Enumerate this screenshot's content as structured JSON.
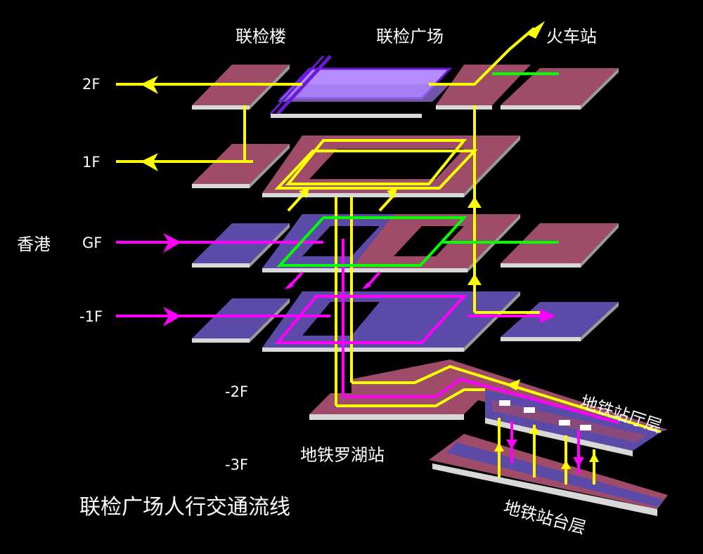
{
  "title": "联检广场人行交通流线",
  "buildings": {
    "joint_inspection_building": "联检楼",
    "joint_inspection_plaza": "联检广场",
    "train_station": "火车站"
  },
  "region_left": "香港",
  "floors": [
    "2F",
    "1F",
    "GF",
    "-1F",
    "-2F",
    "-3F"
  ],
  "metro": {
    "station": "地铁罗湖站",
    "concourse": "地铁站厅层",
    "platform": "地铁站台层"
  },
  "colors": {
    "background": "#000000",
    "slab_red": "#9e4c6a",
    "slab_blue": "#5c4aa8",
    "slab_edge": "#d8d8d8",
    "flow_yellow": "#ffff00",
    "flow_magenta": "#ff00ff",
    "flow_green": "#00ff00",
    "plaza_purple": "#b48cff",
    "plaza_purple_edge": "#6a1ad8"
  }
}
